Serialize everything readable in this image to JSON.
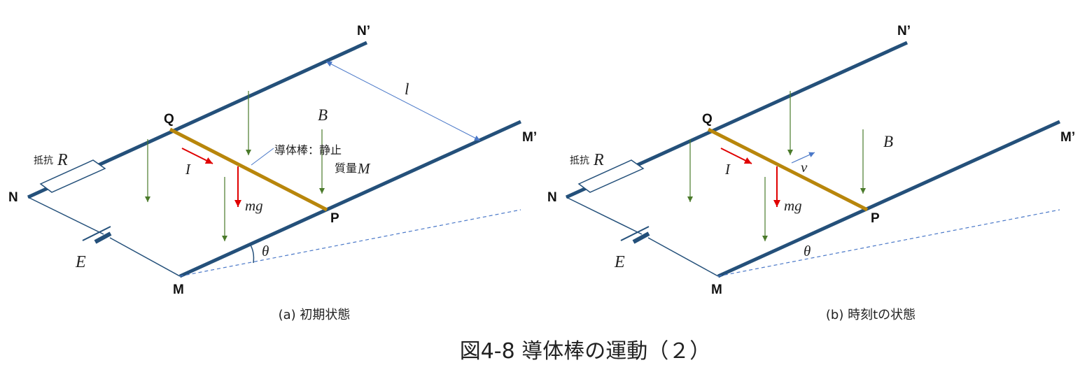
{
  "panels": [
    {
      "id": "a",
      "caption": "(a) 初期状態",
      "points": {
        "N": "N",
        "Np": "N’",
        "M": "M",
        "Mp": "M’",
        "P": "P",
        "Q": "Q"
      },
      "resistor": {
        "label": "抵抗",
        "sym": "R"
      },
      "battery": {
        "sym": "E"
      },
      "field": {
        "sym": "B"
      },
      "current": {
        "sym": "I"
      },
      "gravity": {
        "sym": "mg"
      },
      "angle": {
        "sym": "θ"
      },
      "length": {
        "sym": "l"
      },
      "rod_note": {
        "line1": "導体棒：静止",
        "line2": "質量",
        "sym": "M"
      }
    },
    {
      "id": "b",
      "caption": "(b) 時刻tの状態",
      "points": {
        "N": "N",
        "Np": "N’",
        "M": "M",
        "Mp": "M’",
        "P": "P",
        "Q": "Q"
      },
      "resistor": {
        "label": "抵抗",
        "sym": "R"
      },
      "battery": {
        "sym": "E"
      },
      "field": {
        "sym": "B"
      },
      "current": {
        "sym": "I"
      },
      "gravity": {
        "sym": "mg"
      },
      "angle": {
        "sym": "θ"
      },
      "velocity": {
        "sym": "v"
      }
    }
  ],
  "figure_title": "図4-8 導体棒の運動（２）",
  "colors": {
    "rail": "#24507a",
    "rod": "#b8860b",
    "wire": "#24507a",
    "field": "#4a7a2a",
    "red": "#e00000",
    "blue": "#4a78c8"
  }
}
